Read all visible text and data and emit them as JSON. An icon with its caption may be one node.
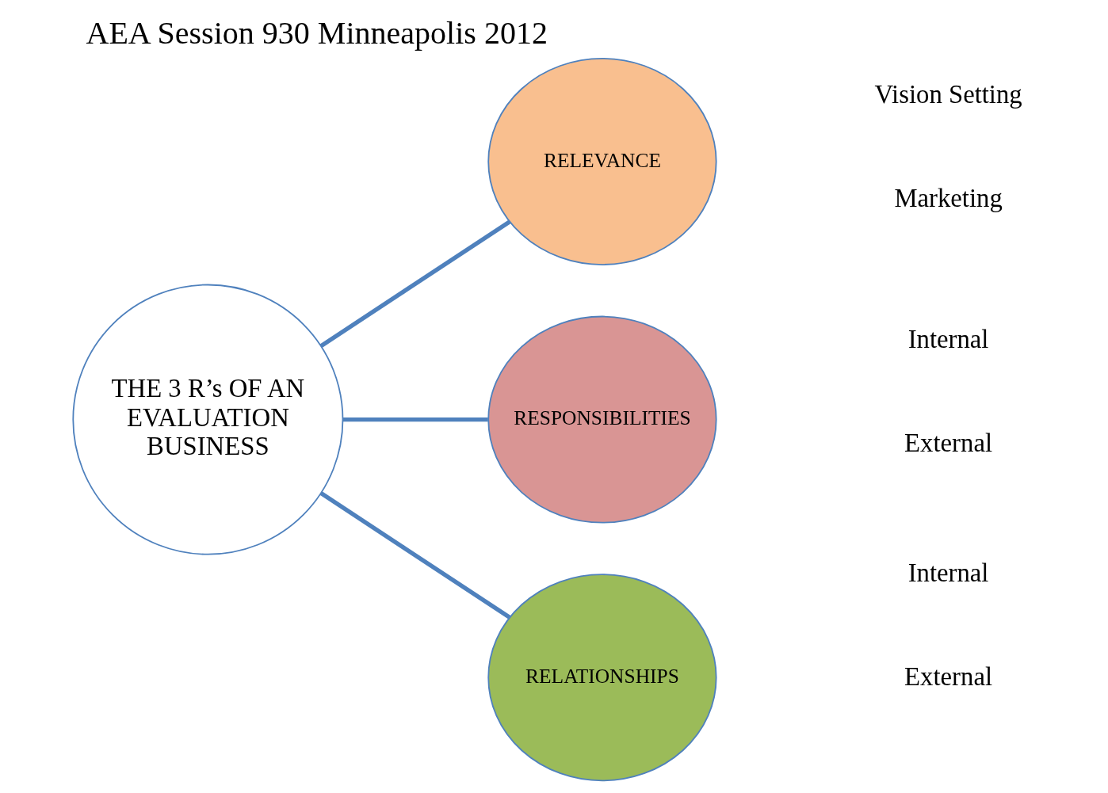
{
  "diagram": {
    "title": "AEA Session 930 Minneapolis 2012",
    "nodes": [
      {
        "text": [
          "THE 3 R’s OF AN EVALUATION BUSINESS"
        ]
      },
      {
        "text": [
          "RELEVANCE"
        ]
      },
      {
        "text": [
          "RESPONSIBILITIES"
        ]
      },
      {
        "text": [
          "RELATIONSHIPS"
        ]
      }
    ],
    "edges": [
      {
        "from": 0,
        "to": 1,
        "arrow": "none"
      },
      {
        "from": 0,
        "to": 2,
        "arrow": "none"
      },
      {
        "from": 0,
        "to": 3,
        "arrow": "none"
      }
    ],
    "labels": [
      "Vision Setting",
      "Marketing",
      "Internal",
      "External",
      "Internal",
      "External"
    ]
  }
}
